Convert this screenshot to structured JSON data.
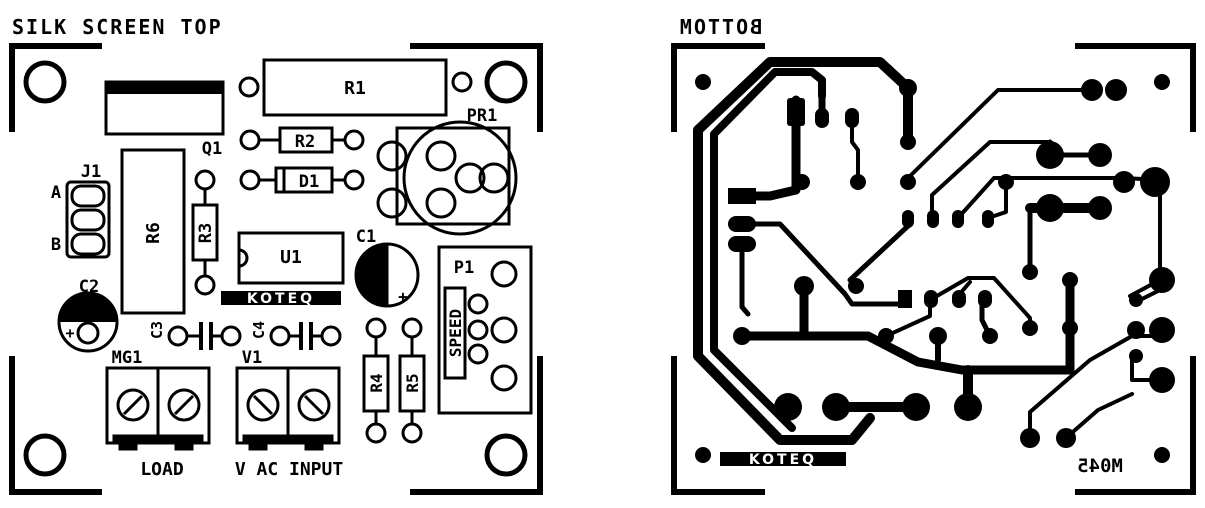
{
  "top_panel": {
    "title": "SILK SCREEN TOP",
    "components": {
      "r1": "R1",
      "r2": "R2",
      "d1": "D1",
      "pr1": "PR1",
      "q1": "Q1",
      "j1": "J1",
      "j1_a": "A",
      "j1_b": "B",
      "r6": "R6",
      "r3": "R3",
      "u1": "U1",
      "c1": "C1",
      "c2": "C2",
      "c3": "C3",
      "c4": "C4",
      "p1": "P1",
      "speed": "SPEED",
      "r4": "R4",
      "r5": "R5",
      "mg1": "MG1",
      "v1": "V1",
      "load": "LOAD",
      "vac_input": "V AC INPUT",
      "plus_c1": "+",
      "plus_c2": "+"
    },
    "logo": "KOTEQ"
  },
  "bottom_panel": {
    "title": "BOTTOM",
    "logo": "KOTEQ",
    "board_id": "M045"
  },
  "colors": {
    "ink": "#000000",
    "paper": "#ffffff"
  }
}
